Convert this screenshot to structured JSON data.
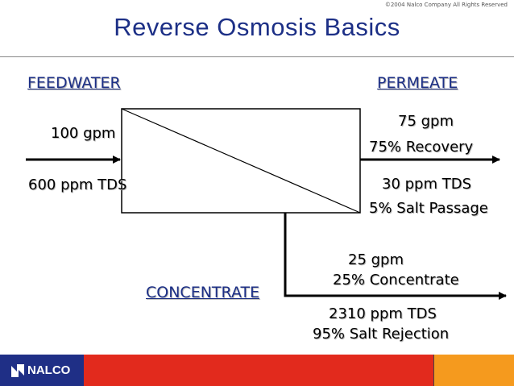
{
  "copyright": "©2004 Nalco Company  All Rights Reserved",
  "title": "Reverse Osmosis Basics",
  "feedwater": {
    "label": "FEEDWATER",
    "flow": "100 gpm",
    "tds": "600 ppm TDS"
  },
  "permeate": {
    "label": "PERMEATE",
    "flow": "75 gpm",
    "recovery": "75% Recovery",
    "tds": "30 ppm TDS",
    "salt_passage": "5% Salt Passage"
  },
  "concentrate": {
    "label": "CONCENTRATE",
    "flow": "25 gpm",
    "percent": "25% Concentrate",
    "tds": "2310 ppm TDS",
    "salt_rejection": "95% Salt Rejection"
  },
  "footer": {
    "logo_text": "NALCO",
    "colors": {
      "blue": "#1f2f86",
      "red": "#e22a1d",
      "orange": "#f59a1e"
    }
  }
}
